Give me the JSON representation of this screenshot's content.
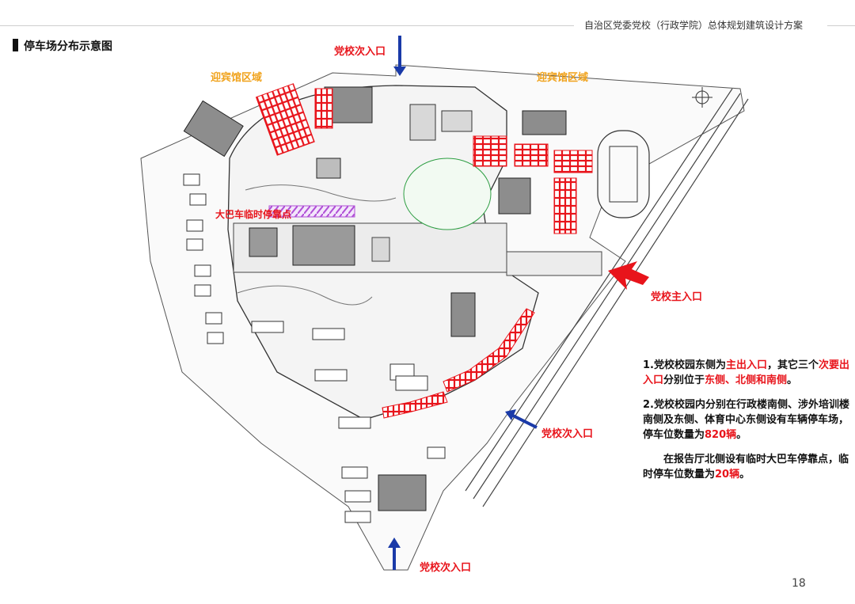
{
  "header": {
    "doc_title": "自治区党委党校（行政学院）总体规划建筑设计方案",
    "section_title": "停车场分布示意图",
    "page_number": "18"
  },
  "map": {
    "entrances": {
      "north": "党校次入口",
      "east_main": "党校主入口",
      "southeast": "党校次入口",
      "south": "党校次入口"
    },
    "zones": {
      "guesthouse_west": "迎宾馆区域",
      "guesthouse_east": "迎宾馆区域"
    },
    "bus_stop": "大巴车临时停靠点",
    "colors": {
      "parking": "#e8141b",
      "entrance_blue": "#1a3aa8",
      "entrance_red": "#e8141b",
      "zone_label": "#f0a21b",
      "bus_zone": "#b04fd6",
      "green": "#2e9e43"
    }
  },
  "notes": {
    "n1_a": "1.党校校园东侧为",
    "n1_b": "主出入口",
    "n1_c": "，其它三个",
    "n1_d": "次要出入口",
    "n1_e": "分别位于",
    "n1_f": "东侧、北侧和南侧",
    "n1_g": "。",
    "n2_a": "2.党校校园内分别在行政楼南侧、涉外培训楼南侧及东侧、体育中心东侧设有车辆停车场，停车位数量为",
    "n2_b": "820辆",
    "n2_c": "。",
    "n3_a": "在报告厅北侧设有临时大巴车停靠点，临时停车位数量为",
    "n3_b": "20辆",
    "n3_c": "。"
  }
}
